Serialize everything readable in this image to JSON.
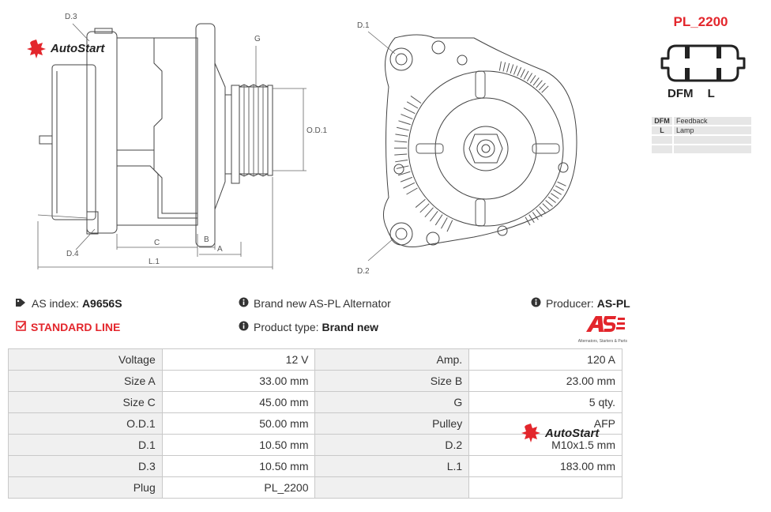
{
  "brand_watermark": "AutoStart",
  "plug": {
    "title": "PL_2200",
    "pin_labels": [
      "DFM",
      "L"
    ],
    "pins": [
      {
        "code": "DFM",
        "desc": "Feedback"
      },
      {
        "code": "L",
        "desc": "Lamp"
      },
      {
        "code": "",
        "desc": ""
      },
      {
        "code": "",
        "desc": ""
      }
    ]
  },
  "drawing": {
    "side_labels": {
      "d3": "D.3",
      "d4": "D.4",
      "g": "G",
      "od1": "O.D.1",
      "b": "B",
      "a": "A",
      "c": "C",
      "l1": "L.1"
    },
    "front_labels": {
      "d1": "D.1",
      "d2": "D.2"
    }
  },
  "info": {
    "as_index_label": "AS index:",
    "as_index_value": "A9656S",
    "line": "STANDARD LINE",
    "brand_text": "Brand new AS-PL Alternator",
    "product_type_label": "Product type:",
    "product_type_value": "Brand new",
    "producer_label": "Producer:",
    "producer_value": "AS-PL",
    "logo_tagline": "Alternators, Starters & Parts"
  },
  "specs": [
    {
      "k1": "Voltage",
      "v1": "12 V",
      "k2": "Amp.",
      "v2": "120 A"
    },
    {
      "k1": "Size A",
      "v1": "33.00 mm",
      "k2": "Size B",
      "v2": "23.00 mm"
    },
    {
      "k1": "Size C",
      "v1": "45.00 mm",
      "k2": "G",
      "v2": "5 qty."
    },
    {
      "k1": "O.D.1",
      "v1": "50.00 mm",
      "k2": "Pulley",
      "v2": "AFP"
    },
    {
      "k1": "D.1",
      "v1": "10.50 mm",
      "k2": "D.2",
      "v2": "M10x1.5 mm"
    },
    {
      "k1": "D.3",
      "v1": "10.50 mm",
      "k2": "L.1",
      "v2": "183.00 mm"
    },
    {
      "k1": "Plug",
      "v1": "PL_2200",
      "k2": "",
      "v2": ""
    }
  ]
}
